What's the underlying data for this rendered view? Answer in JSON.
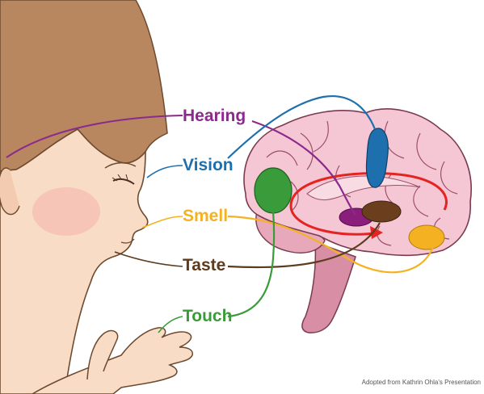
{
  "labels": {
    "hearing": "Hearing",
    "vision": "Vision",
    "smell": "Smell",
    "taste": "Taste",
    "touch": "Touch"
  },
  "credit": "Adopted from Kathrin Ohla's Presentation",
  "colors": {
    "hearing": "#8b2a8c",
    "vision": "#1d6fae",
    "smell": "#f4b223",
    "taste": "#5c3b1e",
    "touch": "#3a9b3a",
    "loop": "#e52421",
    "skin": "#f8dcc6",
    "hair": "#b8875f",
    "brain": "#f5c6d3",
    "brainstem": "#d88fa6"
  }
}
